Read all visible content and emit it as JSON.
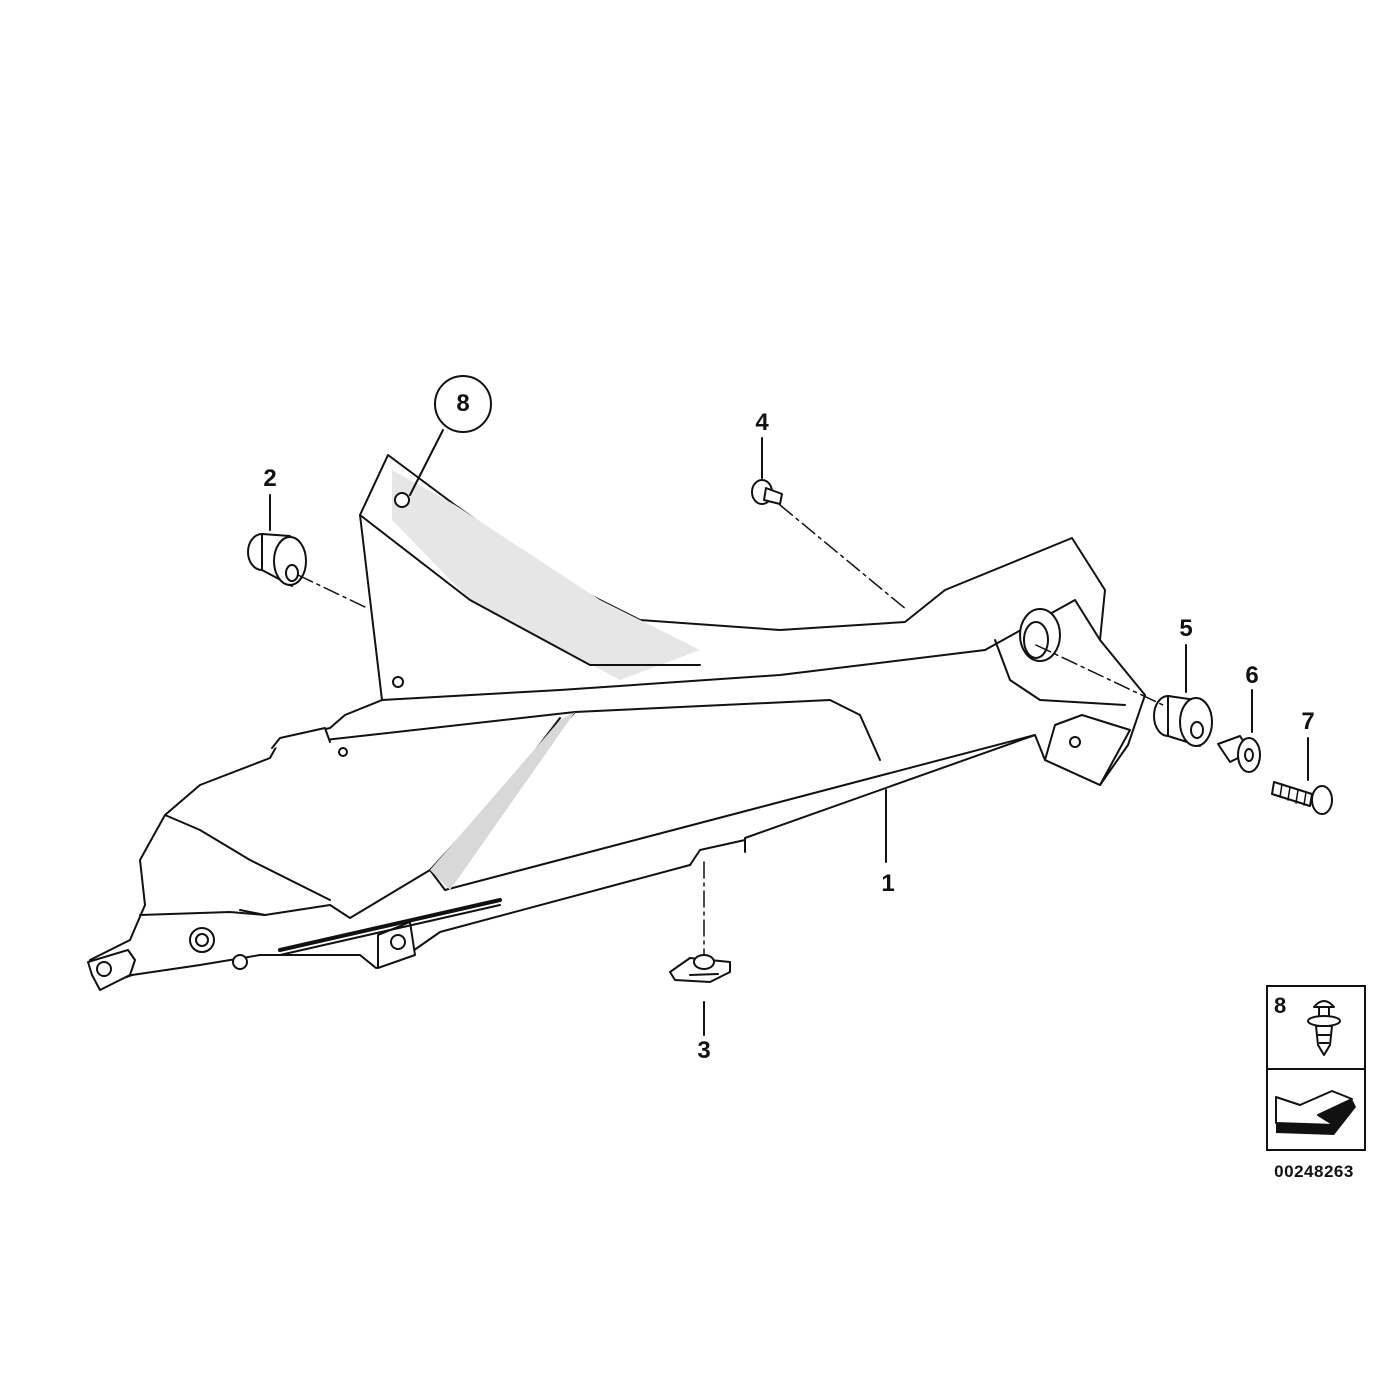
{
  "callouts": {
    "c1": "1",
    "c2": "2",
    "c3": "3",
    "c4": "4",
    "c5": "5",
    "c6": "6",
    "c7": "7",
    "c8": "8"
  },
  "legend": {
    "number": "8"
  },
  "diagram_id": "00248263",
  "colors": {
    "line": "#111111",
    "fill": "#ffffff",
    "shade": "#d8d8d8"
  }
}
